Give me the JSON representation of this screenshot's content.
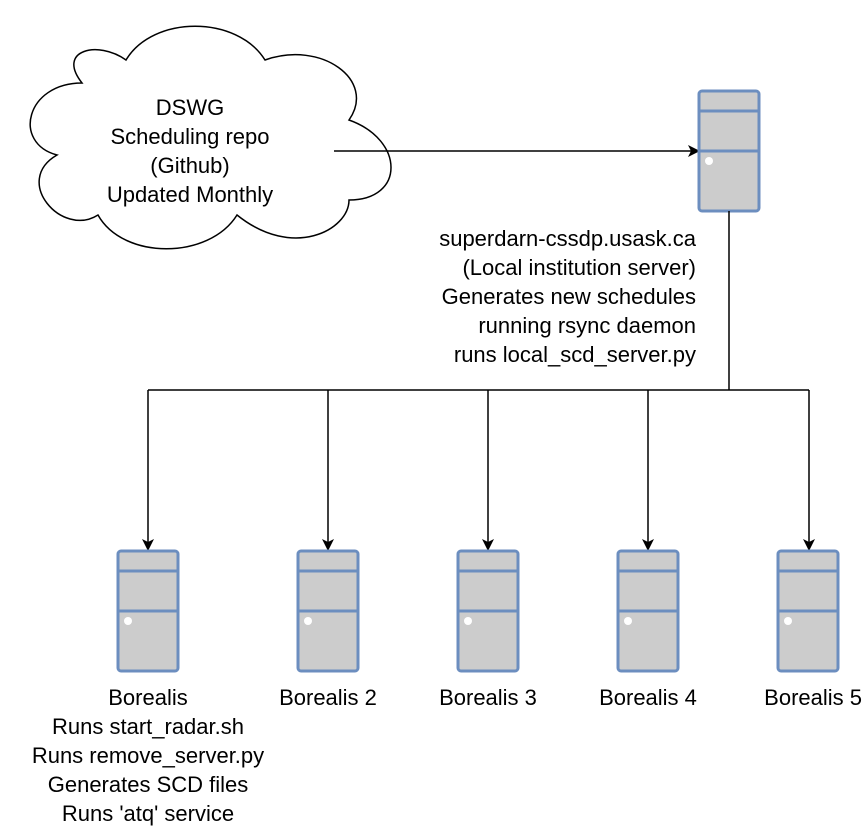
{
  "cloud": {
    "lines": [
      "DSWG",
      "Scheduling repo",
      "(Github)",
      "Updated Monthly"
    ]
  },
  "central_server": {
    "lines": [
      "superdarn-cssdp.usask.ca",
      "(Local institution server)",
      "Generates new schedules",
      "running rsync daemon",
      "runs local_scd_server.py"
    ]
  },
  "boreas": [
    {
      "lines": [
        "Borealis",
        "Runs start_radar.sh",
        "Runs remove_server.py",
        "Generates SCD files",
        "Runs 'atq' service"
      ]
    },
    {
      "lines": [
        "Borealis 2"
      ]
    },
    {
      "lines": [
        "Borealis 3"
      ]
    },
    {
      "lines": [
        "Borealis 4"
      ]
    },
    {
      "lines": [
        "Borealis 5"
      ]
    }
  ],
  "colors": {
    "server_fill": "#cccccc",
    "server_stroke": "#6c8ebf",
    "line": "#000000"
  }
}
